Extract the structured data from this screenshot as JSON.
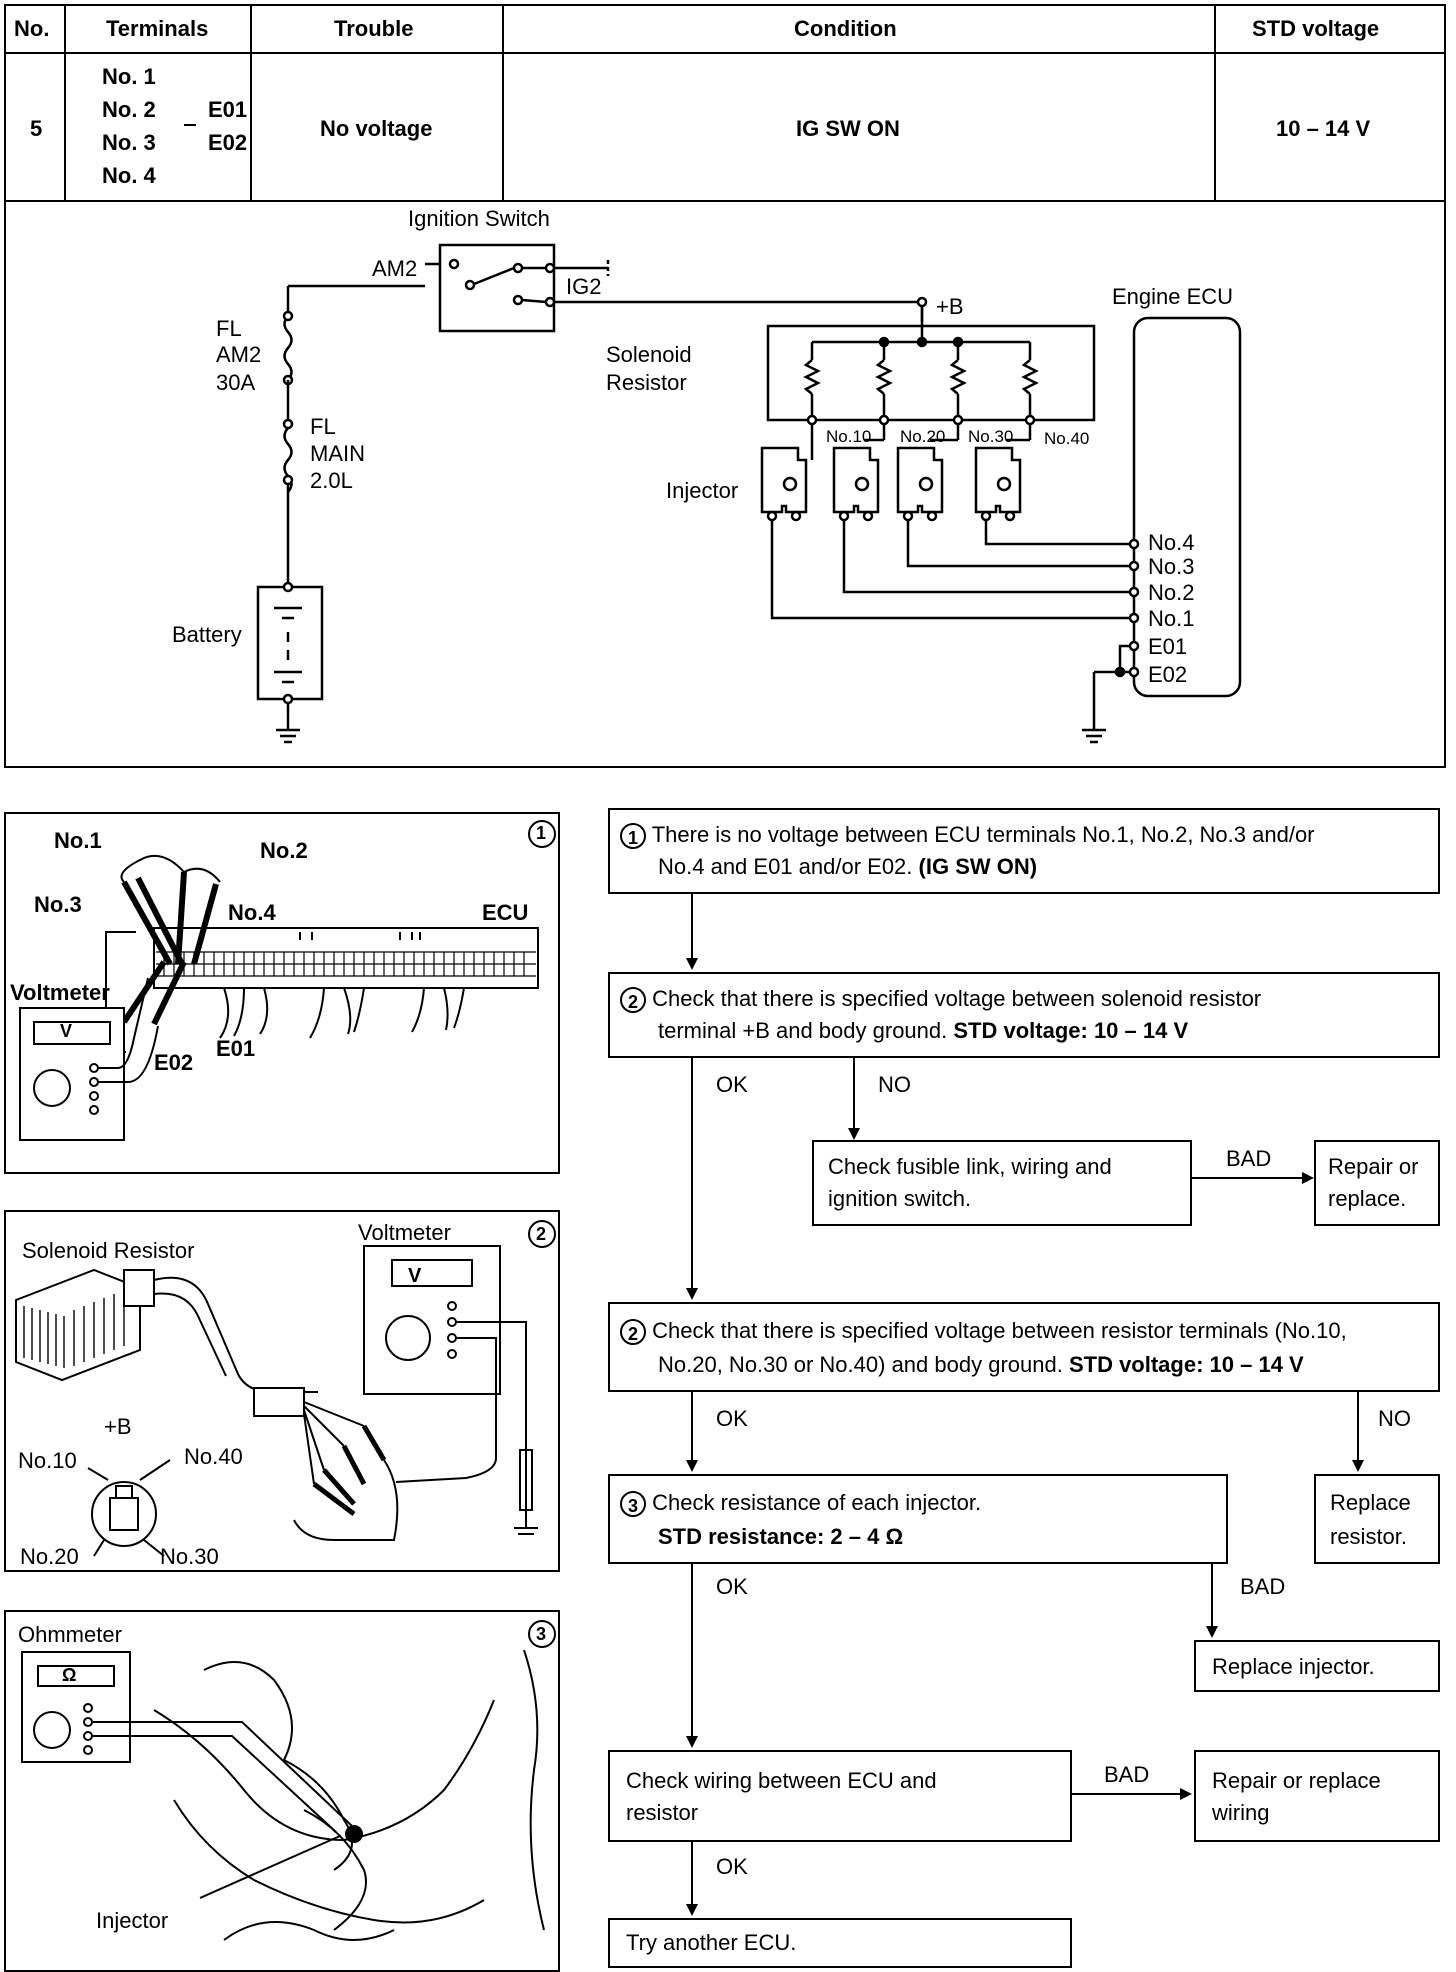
{
  "table": {
    "headers": [
      "No.",
      "Terminals",
      "Trouble",
      "Condition",
      "STD voltage"
    ],
    "row": {
      "no": "5",
      "terminals_left": [
        "No. 1",
        "No. 2",
        "No. 3",
        "No. 4"
      ],
      "terminals_right": [
        "E01",
        "E02"
      ],
      "trouble": "No voltage",
      "condition": "IG SW ON",
      "std_voltage": "10 – 14 V"
    }
  },
  "wiring": {
    "ignition_switch": "Ignition Switch",
    "am2": "AM2",
    "ig2": "IG2",
    "fl_am2": [
      "FL",
      "AM2",
      "30A"
    ],
    "fl_main": [
      "FL",
      "MAIN",
      "2.0L"
    ],
    "battery": "Battery",
    "plus_b": "+B",
    "solenoid_resistor": [
      "Solenoid",
      "Resistor"
    ],
    "engine_ecu": "Engine ECU",
    "injector": "Injector",
    "resistor_terminals": [
      "No.10",
      "No.20",
      "No.30",
      "No.40"
    ],
    "ecu_terminals": [
      "No.4",
      "No.3",
      "No.2",
      "No.1",
      "E01",
      "E02"
    ]
  },
  "fig1": {
    "num": "1",
    "labels": {
      "no1": "No.1",
      "no2": "No.2",
      "no3": "No.3",
      "no4": "No.4",
      "ecu": "ECU",
      "voltmeter": "Voltmeter",
      "v": "V",
      "e02": "E02",
      "e01": "E01"
    }
  },
  "fig2": {
    "num": "2",
    "labels": {
      "solenoid_resistor": "Solenoid Resistor",
      "voltmeter": "Voltmeter",
      "v": "V",
      "plus_b": "+B",
      "no10": "No.10",
      "no40": "No.40",
      "no20": "No.20",
      "no30": "No.30"
    }
  },
  "fig3": {
    "num": "3",
    "labels": {
      "ohmmeter": "Ohmmeter",
      "omega": "Ω",
      "injector": "Injector"
    }
  },
  "flow": {
    "step1": {
      "num": "1",
      "line1": "There is no voltage between ECU terminals No.1, No.2, No.3 and/or",
      "line2": "No.4 and E01 and/or E02.",
      "line2_bold": "(IG SW ON)"
    },
    "step2": {
      "num": "2",
      "line1": "Check that there is specified voltage between solenoid resistor",
      "line2": "terminal  +B and body ground.",
      "line2_bold": "STD voltage:   10 – 14 V"
    },
    "ok": "OK",
    "no": "NO",
    "bad": "BAD",
    "fusible": [
      "Check fusible link, wiring and",
      "ignition switch."
    ],
    "repair_replace": [
      "Repair or",
      "replace."
    ],
    "step2b": {
      "num": "2",
      "line1": "Check that there is specified voltage between resistor terminals (No.10,",
      "line2": "No.20, No.30 or No.40) and body ground.",
      "line2_bold": "STD voltage: 10 – 14 V"
    },
    "replace_resistor": [
      "Replace",
      "resistor."
    ],
    "step3": {
      "num": "3",
      "line1": "Check resistance of each injector.",
      "line2_bold": "STD resistance:   2 – 4 Ω"
    },
    "replace_injector": "Replace injector.",
    "check_wiring": [
      "Check wiring between ECU and",
      "resistor"
    ],
    "repair_wiring": [
      "Repair or replace",
      "wiring"
    ],
    "try_ecu": "Try another ECU."
  }
}
